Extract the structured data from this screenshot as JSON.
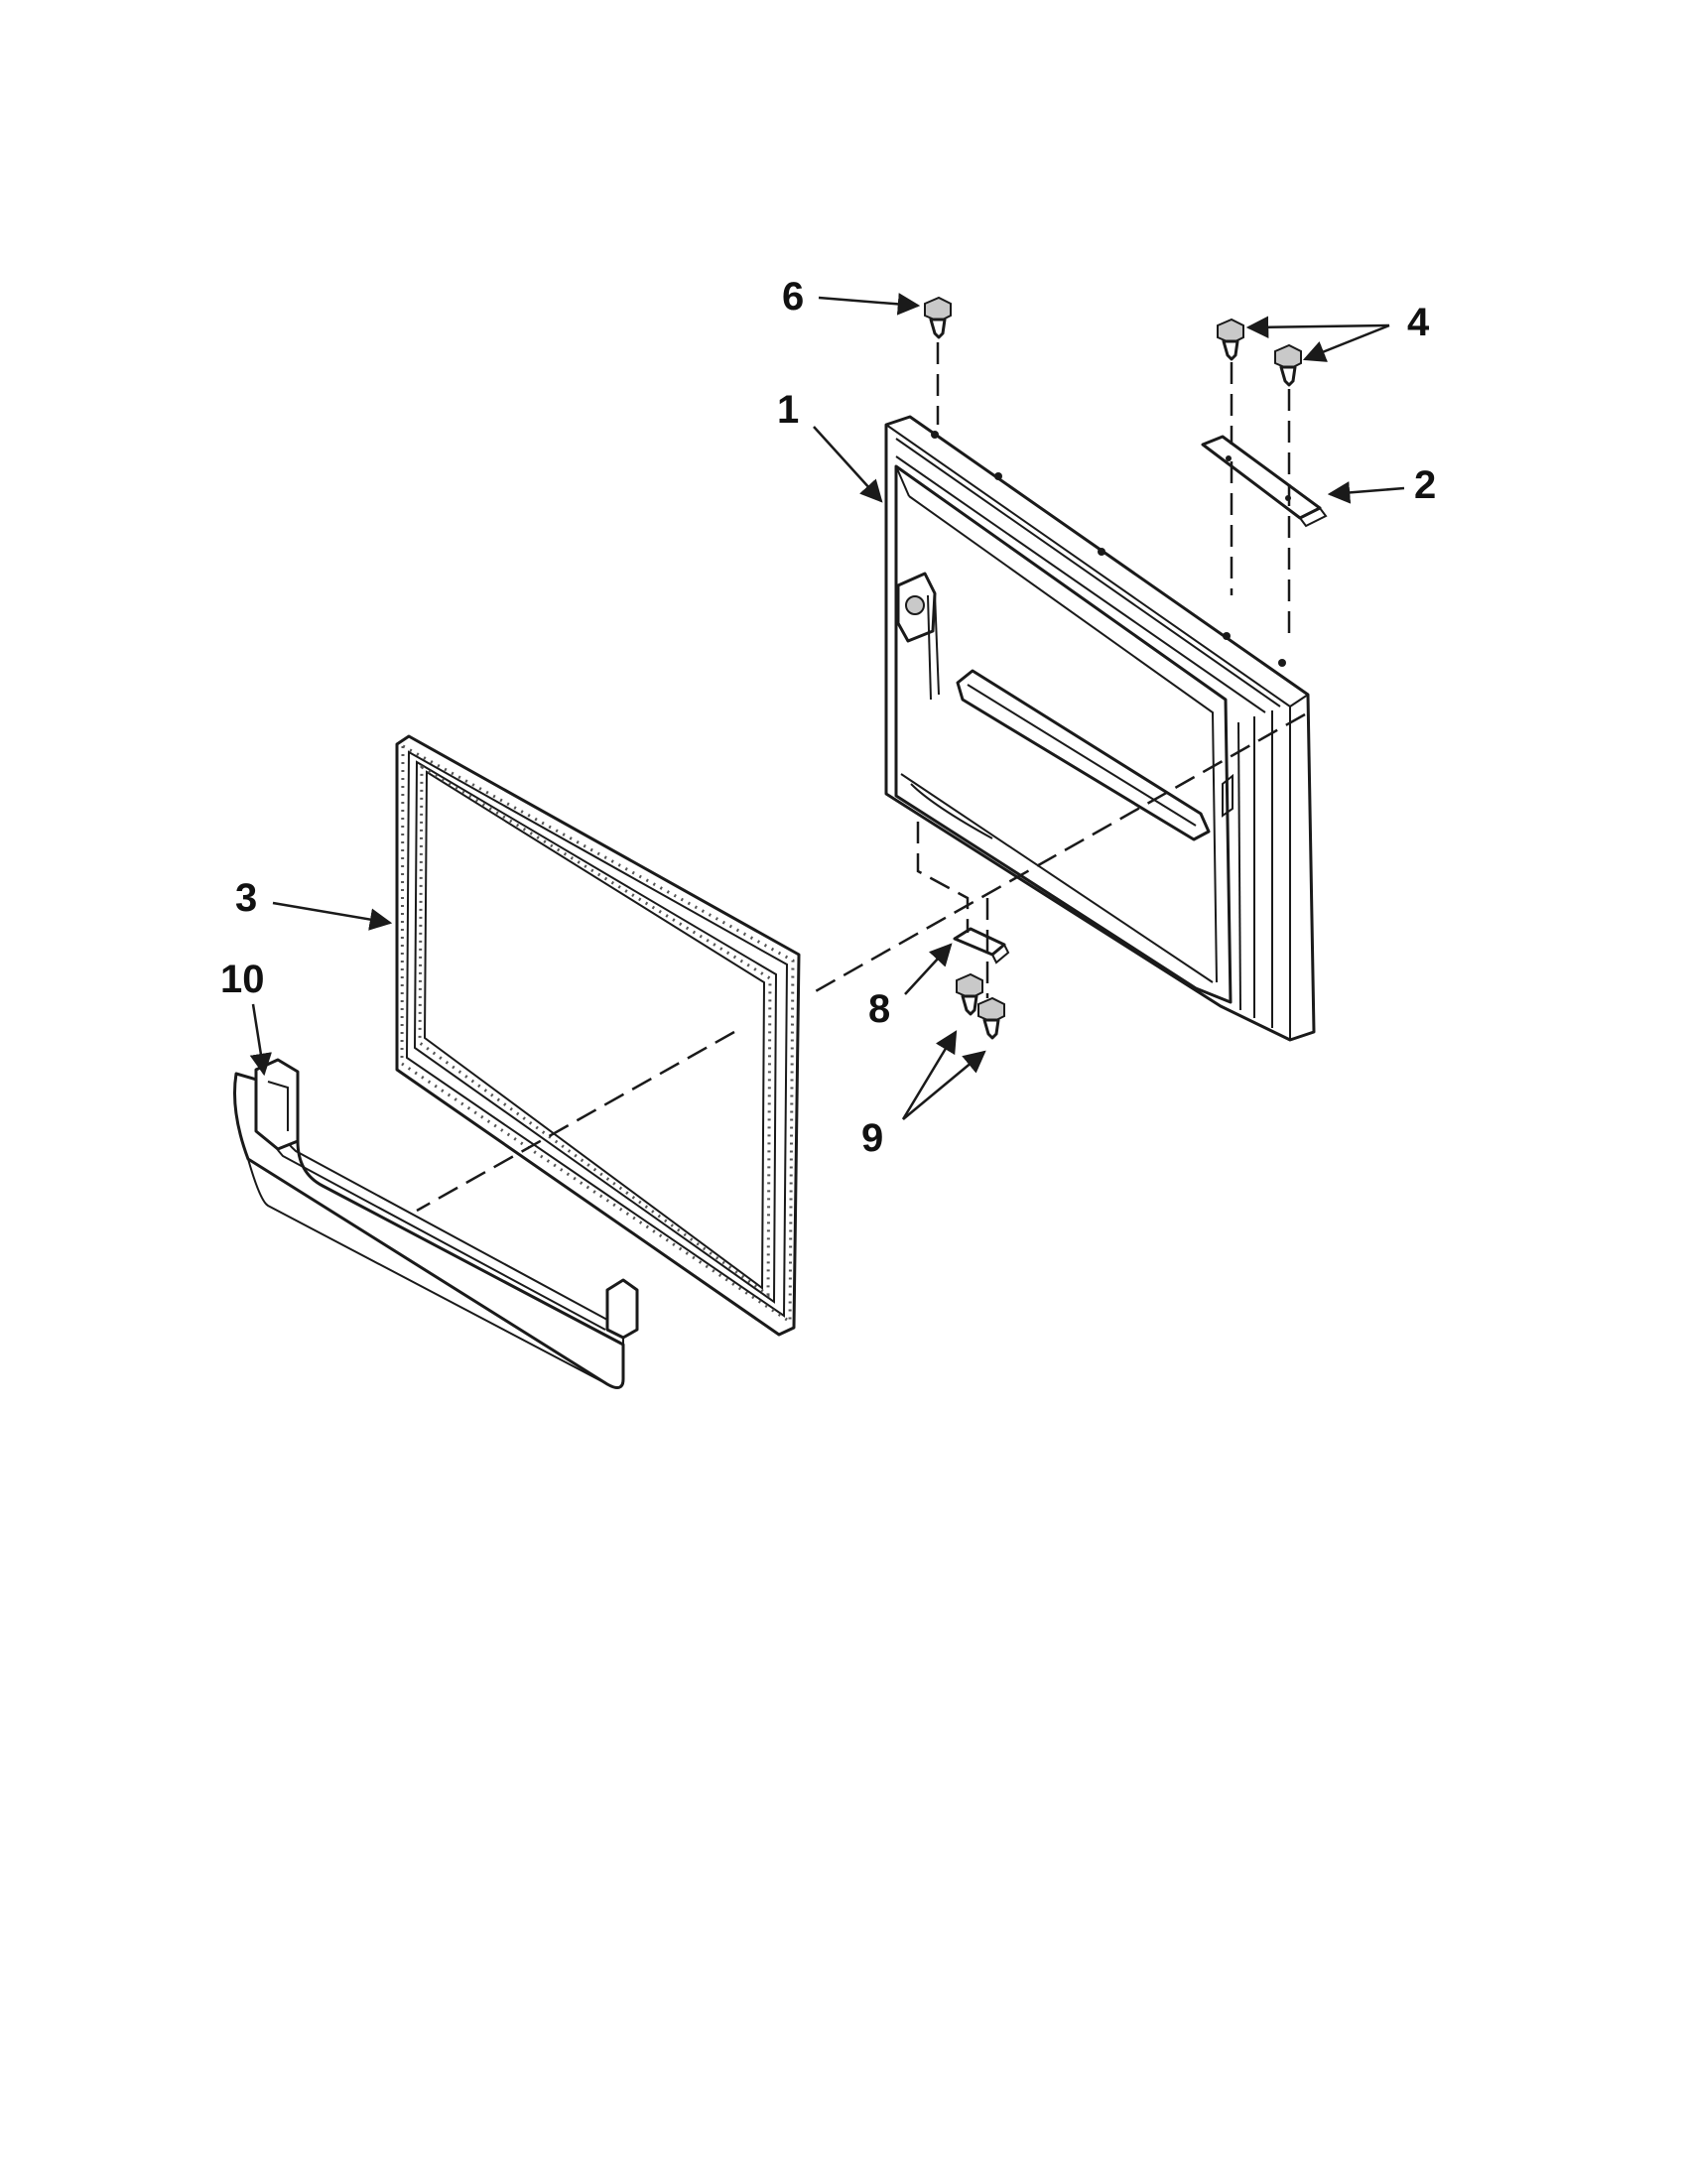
{
  "callouts": [
    {
      "id": "1",
      "label": "1"
    },
    {
      "id": "2",
      "label": "2"
    },
    {
      "id": "3",
      "label": "3"
    },
    {
      "id": "4",
      "label": "4"
    },
    {
      "id": "6",
      "label": "6"
    },
    {
      "id": "8",
      "label": "8"
    },
    {
      "id": "9",
      "label": "9"
    },
    {
      "id": "10",
      "label": "10"
    }
  ],
  "colors": {
    "line": "#1a1a1a",
    "shade": "#c9c9c9",
    "background": "#ffffff"
  }
}
